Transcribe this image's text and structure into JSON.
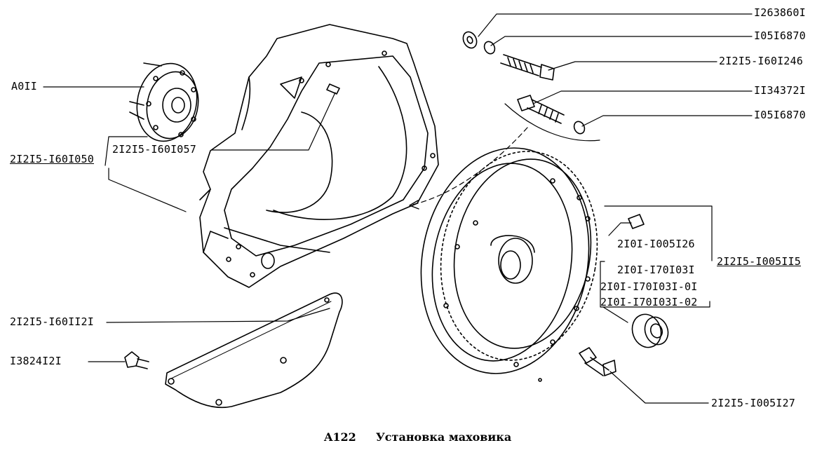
{
  "labels": {
    "washer_top": "I263860I",
    "lockwasher_top": "I05I6870",
    "bolt_top": "2I2I5-I60I246",
    "bolt_mid": "II34372I",
    "lockwasher_mid": "I05I6870",
    "plate": "A0II",
    "pin_housing": "2I2I5-I60I057",
    "housing": "2I2I5-I60I050",
    "pin_flywheel": "2I0I-I005I26",
    "flywheel": "2I2I5-I005II5",
    "bearing_1": "2I0I-I70I03I",
    "bearing_2": "2I0I-I70I03I-0I",
    "bearing_3": "2I0I-I70I03I-02",
    "cover": "2I2I5-I60II2I",
    "bolt_cover": "I3824I2I",
    "bolt_flywheel": "2I2I5-I005I27"
  },
  "caption": {
    "code": "A122",
    "title": "Установка маховика"
  },
  "colors": {
    "ink": "#000000",
    "paper": "#ffffff"
  }
}
